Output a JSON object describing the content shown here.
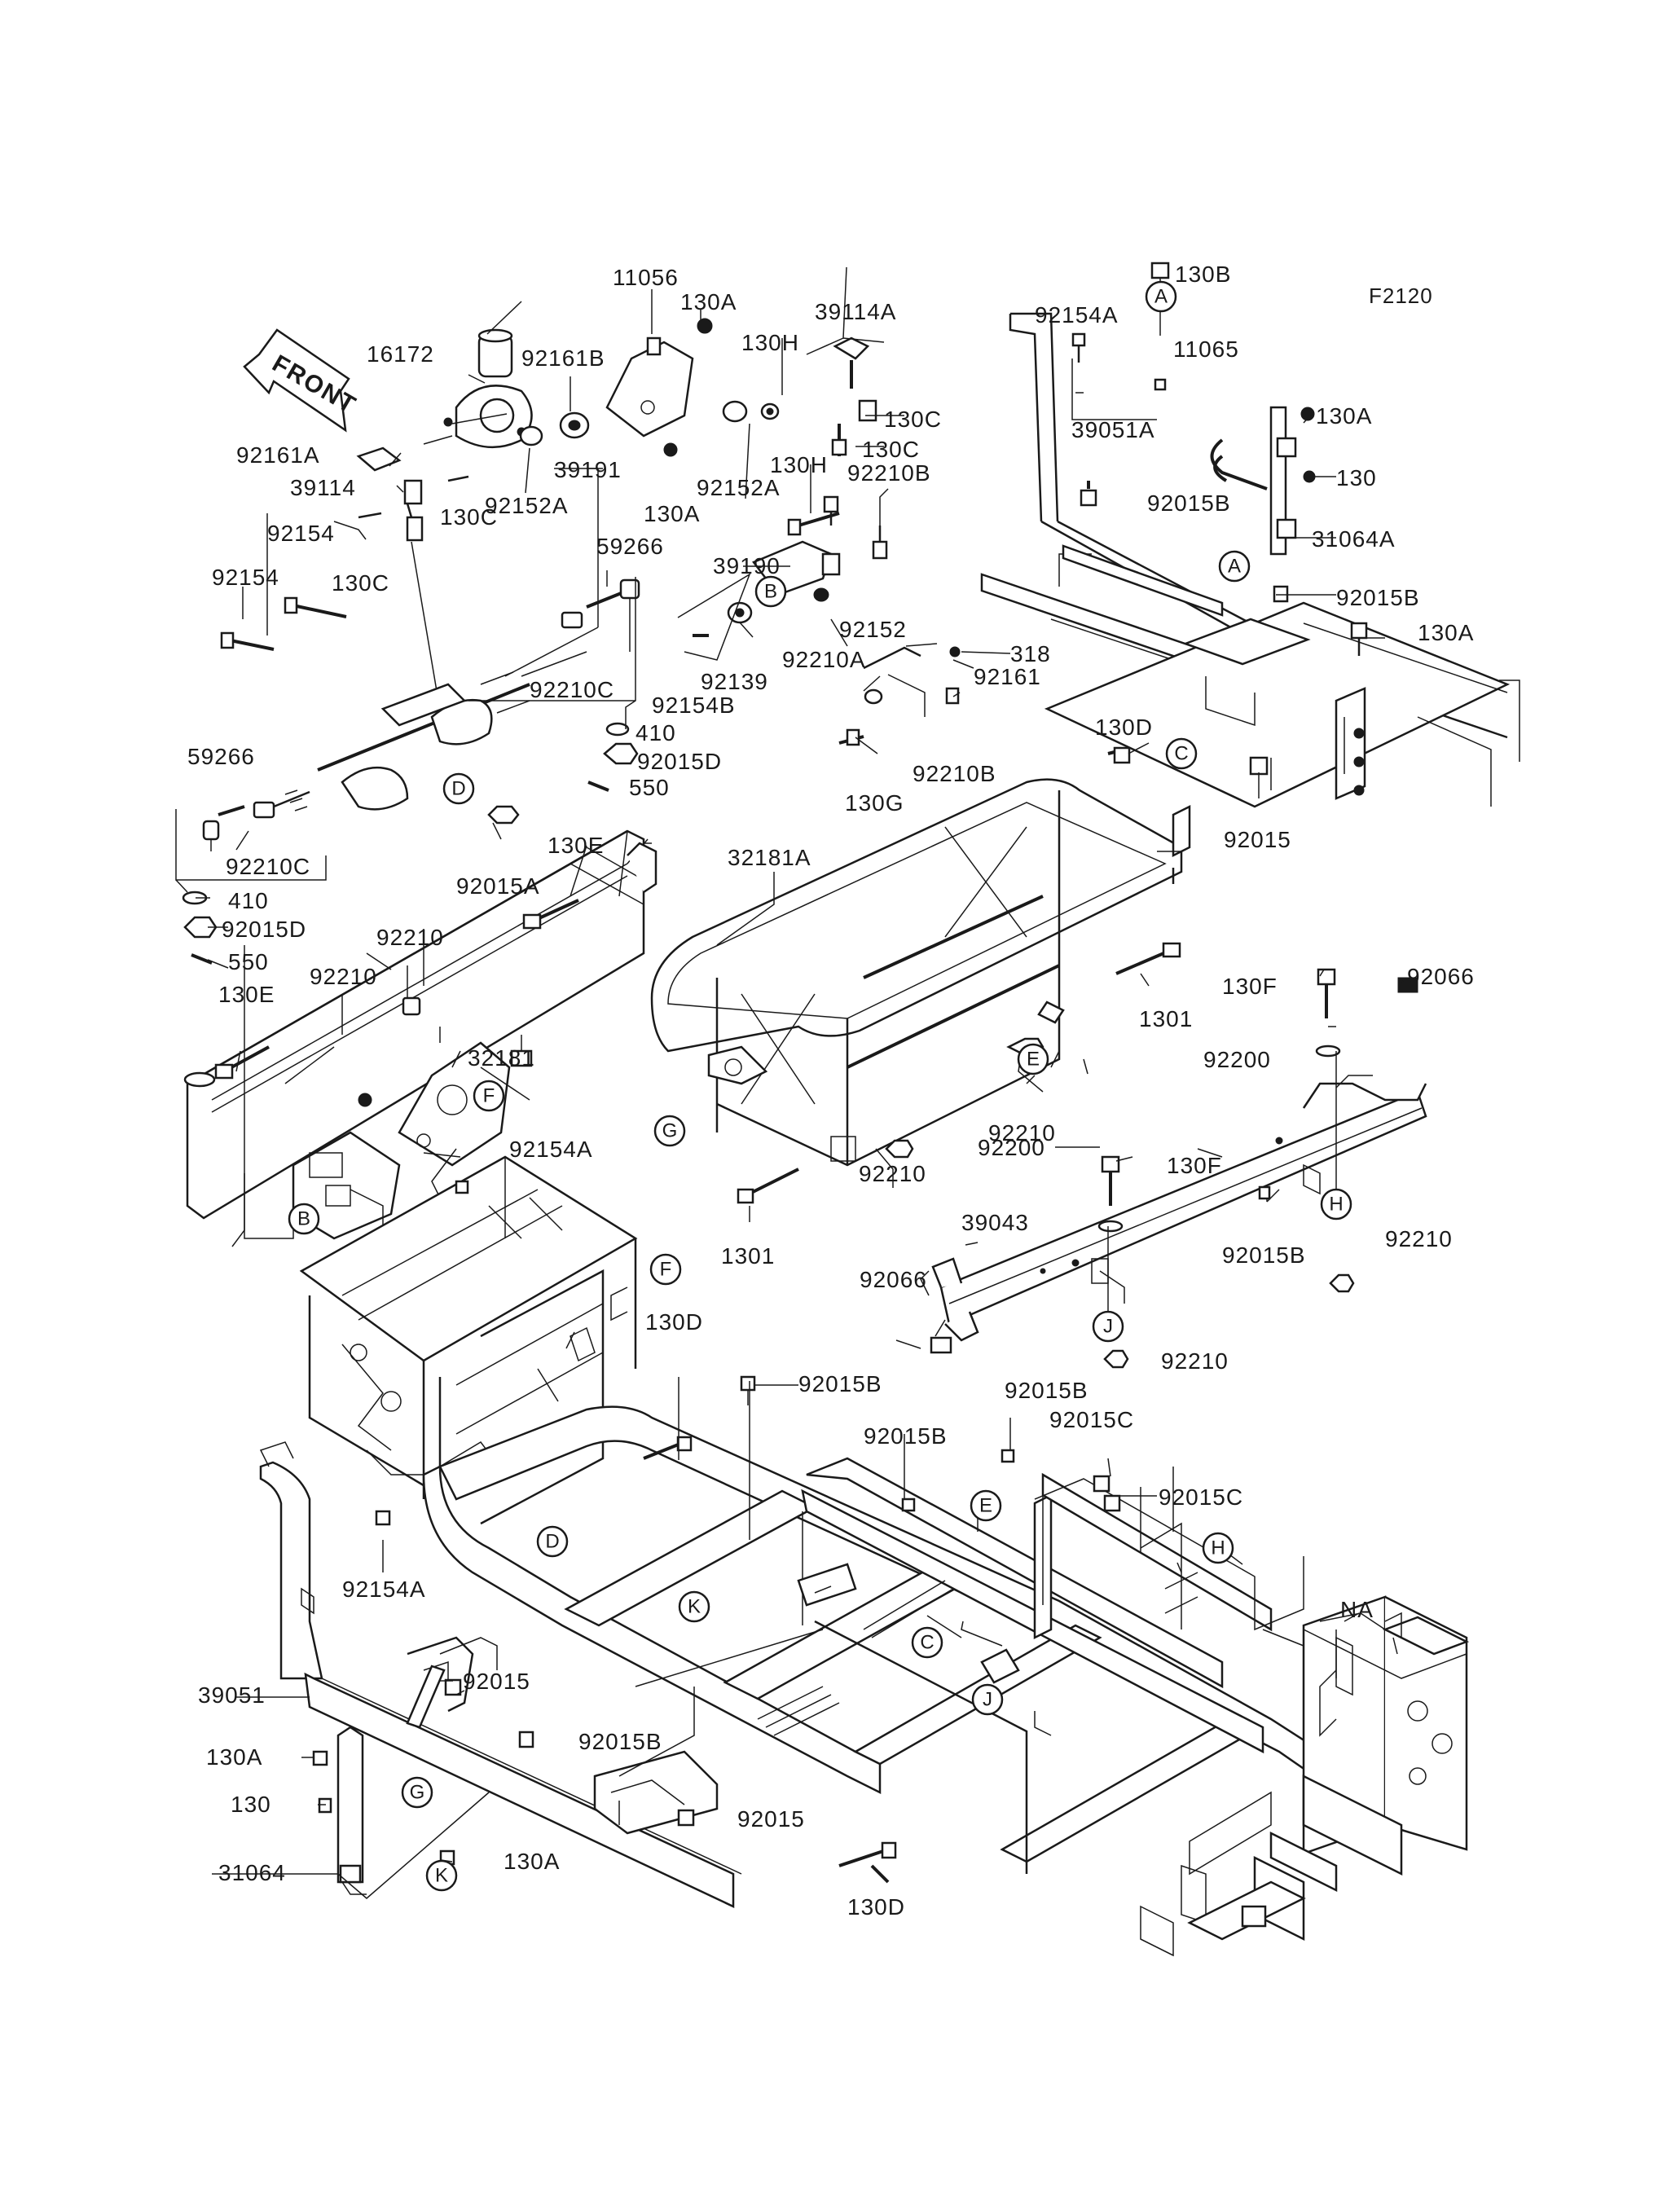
{
  "diagram_code": "F2120",
  "front_label": "FRONT",
  "labels": [
    "11056",
    "130A",
    "39114A",
    "130H",
    "130B",
    "92154A",
    "16172",
    "92161B",
    "130C",
    "130C",
    "39051A",
    "11065",
    "130A",
    "130",
    "92161A",
    "39114",
    "92152A",
    "39191",
    "92152A",
    "130A",
    "130H",
    "92210B",
    "92015B",
    "31064A",
    "130C",
    "130C",
    "92154",
    "59266",
    "39190",
    "92015B",
    "130A",
    "92154",
    "92210C",
    "92139",
    "92152",
    "92210A",
    "318",
    "92161",
    "92154B",
    "410",
    "130D",
    "92015D",
    "92210B",
    "130G",
    "59266",
    "550",
    "92015",
    "32181A",
    "92210C",
    "92015A",
    "130E",
    "410",
    "92015D",
    "550",
    "92210",
    "1301",
    "130F",
    "92066",
    "92210",
    "130E",
    "32181",
    "92200",
    "130F",
    "92210",
    "92154A",
    "92200",
    "1301",
    "92210",
    "39043",
    "92015B",
    "92210",
    "92066",
    "92210",
    "130D",
    "92015B",
    "92015B",
    "92015B",
    "92015C",
    "92015C",
    "92154A",
    "NA",
    "39051",
    "92015",
    "130A",
    "92015B",
    "130",
    "92015",
    "31064",
    "130A",
    "130D"
  ],
  "callouts": [
    "A",
    "A",
    "B",
    "B",
    "C",
    "C",
    "D",
    "D",
    "E",
    "E",
    "F",
    "F",
    "G",
    "G",
    "H",
    "H",
    "J",
    "J",
    "K",
    "K"
  ]
}
